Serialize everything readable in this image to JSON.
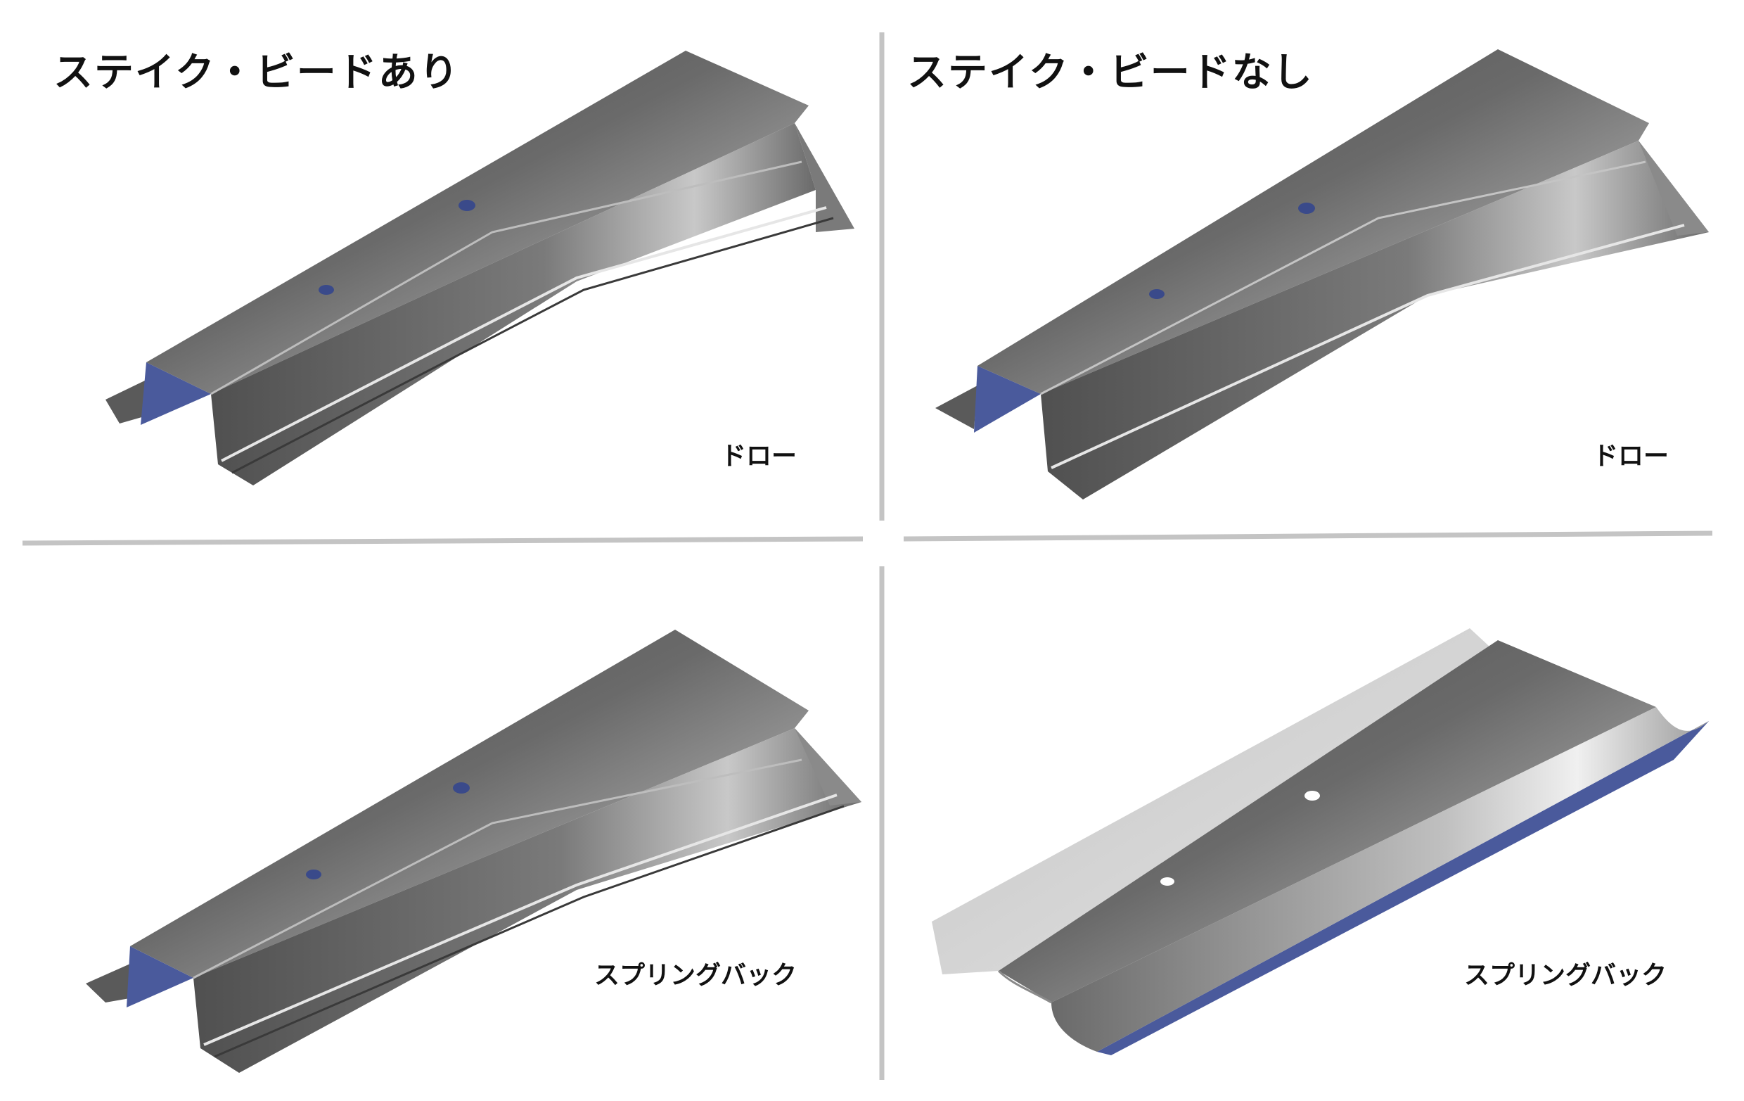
{
  "headings": {
    "with_bead": "ステイク・ビードあり",
    "without_bead": "ステイク・ビードなし"
  },
  "panels": {
    "top_left": {
      "label": "ドロー"
    },
    "top_right": {
      "label": "ドロー"
    },
    "bottom_left": {
      "label": "スプリングバック"
    },
    "bottom_right": {
      "label": "スプリングバック"
    }
  },
  "colors": {
    "metal_dark": "#5c5c5c",
    "metal_mid": "#8a8a8a",
    "metal_light": "#d8d8d8",
    "inner_blue": "#4a5a9c",
    "hole_blue": "#3a4a8a",
    "divider": "#c4c4c4"
  }
}
